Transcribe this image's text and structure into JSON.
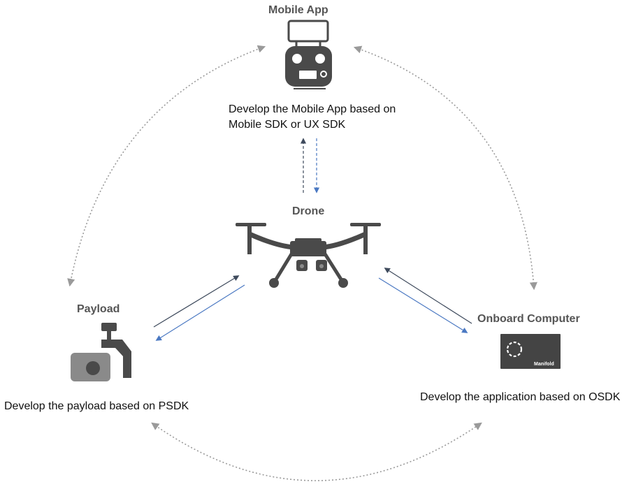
{
  "nodes": {
    "mobile_app": {
      "title": "Mobile App",
      "description": "Develop the Mobile App based on Mobile SDK or UX SDK"
    },
    "drone": {
      "title": "Drone"
    },
    "payload": {
      "title": "Payload",
      "description": "Develop the payload based on PSDK"
    },
    "onboard_computer": {
      "title": "Onboard Computer",
      "description": "Develop the application based on OSDK",
      "device_label": "Manifold"
    }
  },
  "colors": {
    "icon": "#4a4a4a",
    "payload_body": "#8a8a8a",
    "arrow_dark": "#3e4a5c",
    "arrow_blue": "#4a78c2",
    "dotted": "#9a9a9a"
  },
  "icons": {
    "mobile_app": "remote-controller-icon",
    "drone": "drone-icon",
    "payload": "gimbal-camera-icon",
    "onboard_computer": "manifold-computer-icon"
  }
}
